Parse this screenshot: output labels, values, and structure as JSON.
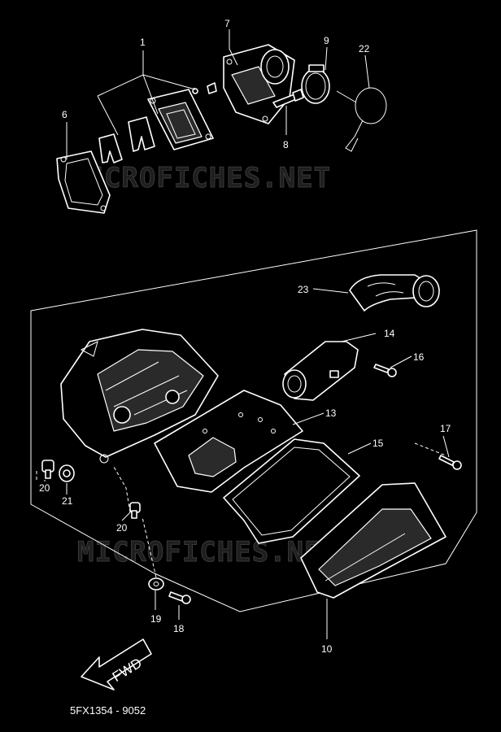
{
  "watermark": "MICROFICHES.NET",
  "callouts": [
    "1",
    "6",
    "7",
    "8",
    "9",
    "22",
    "23",
    "14",
    "16",
    "13",
    "15",
    "17",
    "20",
    "21",
    "20",
    "19",
    "18",
    "10"
  ],
  "direction_label": "FWD",
  "document_id": "5FX1354 - 9052"
}
